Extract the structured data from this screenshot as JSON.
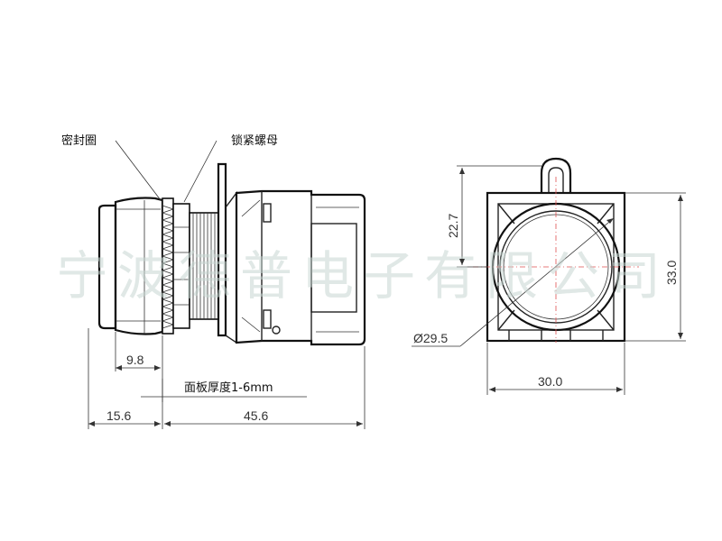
{
  "labels": {
    "seal_ring": "密封圈",
    "lock_nut": "锁紧螺母",
    "panel_thickness": "面板厚度1-6mm"
  },
  "dimensions": {
    "d_9_8": "9.8",
    "d_15_6": "15.6",
    "d_45_6": "45.6",
    "d_22_7": "22.7",
    "d_33_0": "33.0",
    "d_30_0": "30.0",
    "d_dia": "Ø29.5"
  },
  "watermark": "宁波德普电子有限公司",
  "colors": {
    "line": "#222222",
    "centerline": "#e05050",
    "watermark": "#c7d7d2"
  }
}
